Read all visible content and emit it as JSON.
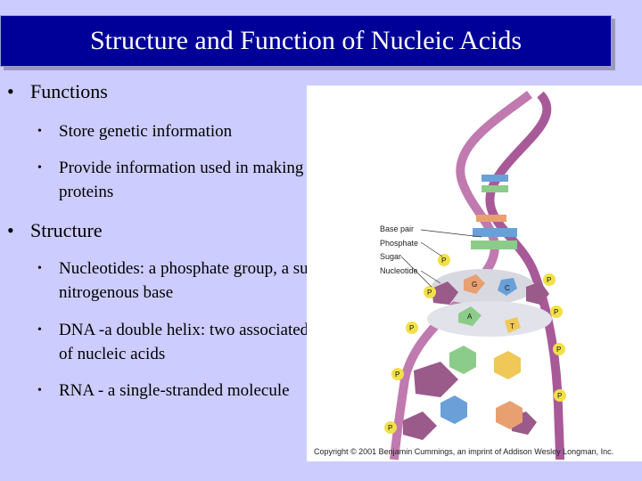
{
  "title": "Structure and Function of Nucleic Acids",
  "bullets": {
    "functions": {
      "label": "Functions",
      "items": [
        "Store genetic information",
        "Provide information used in making proteins"
      ]
    },
    "structure": {
      "label": "Structure",
      "items": [
        "Nucleotides: a phosphate group, a sugar, and a nitrogenous base",
        "DNA -a double helix: two associated strands of nucleic acids",
        "RNA - a single-stranded molecule"
      ]
    }
  },
  "figure": {
    "labels": {
      "base_pair": "Base pair",
      "phosphate": "Phosphate",
      "sugar": "Sugar",
      "nucleotide": "Nucleotide"
    },
    "phosphate_letter": "P",
    "base_letters": [
      "G",
      "C",
      "A",
      "T"
    ],
    "copyright": "Copyright © 2001 Benjamin Cummings, an imprint of Addison Wesley Longman, Inc."
  },
  "colors": {
    "title_bg": "#000099",
    "slide_bg": "#ccccff",
    "backbone": "#c07ab0",
    "phosphate": "#f2e04a",
    "sugar": "#9a5a8a",
    "guanine": "#e8a070",
    "cytosine": "#6aa0d8",
    "adenine": "#8ccc8a",
    "thymine": "#f0c858"
  }
}
